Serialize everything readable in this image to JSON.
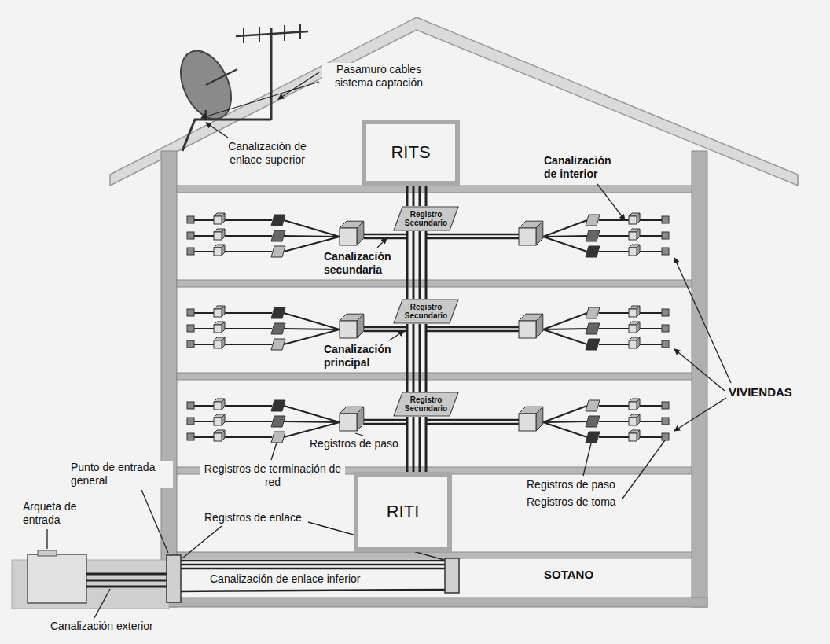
{
  "diagram": {
    "nodes": [
      {
        "text": [
          "RITS"
        ]
      },
      {
        "text": [
          "Registro Secundario"
        ]
      },
      {
        "text": [
          "Registro Secundario"
        ]
      },
      {
        "text": [
          "Registro Secundario"
        ]
      },
      {
        "text": [
          "RITI"
        ]
      }
    ],
    "edges": [
      {
        "from": 0,
        "to": 1,
        "arrow": "none"
      },
      {
        "from": 1,
        "to": 2,
        "arrow": "none"
      },
      {
        "from": 2,
        "to": 3,
        "arrow": "none"
      },
      {
        "from": 3,
        "to": 4,
        "arrow": "none"
      }
    ],
    "labels": [
      "Pasamuro cables sistema captación",
      "Canalización de enlace superior",
      "Canalización de interior",
      "Canalización secundaria",
      "Canalización principal",
      "VIVIENDAS",
      "Registros de paso",
      "Registros de terminación de red",
      "Punto de entrada general",
      "Arqueta de entrada",
      "Registros de enlace",
      "Registros de paso",
      "Registros de toma",
      "SOTANO",
      "Canalización de enlace inferior",
      "Canalización exterior"
    ]
  }
}
